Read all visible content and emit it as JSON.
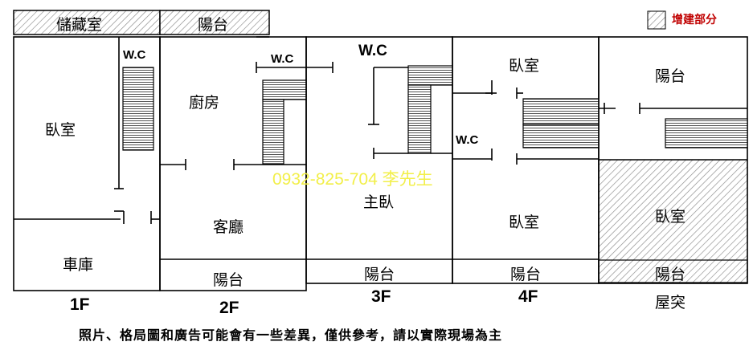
{
  "legend": {
    "label": "增建部分"
  },
  "floors": [
    {
      "label": "1F",
      "rooms": [
        "儲藏室",
        "W.C",
        "臥室",
        "車庫"
      ]
    },
    {
      "label": "2F",
      "rooms": [
        "陽台",
        "W.C",
        "廚房",
        "客廳",
        "陽台"
      ]
    },
    {
      "label": "3F",
      "rooms": [
        "W.C",
        "主臥",
        "陽台"
      ]
    },
    {
      "label": "4F",
      "rooms": [
        "臥室",
        "W.C",
        "臥室",
        "陽台"
      ]
    },
    {
      "label": "屋突",
      "rooms": [
        "陽台",
        "臥室",
        "陽台"
      ]
    }
  ],
  "contact": "0932-825-704 李先生",
  "disclaimer": "照片、格局圖和廣告可能會有一些差異，僅供參考，請以實際現場為主",
  "colors": {
    "hatch": "#8a8a8a",
    "stairs": "#555555",
    "walls": "#000000",
    "legend_text": "#c00000",
    "watermark": "#f2ef4a"
  }
}
